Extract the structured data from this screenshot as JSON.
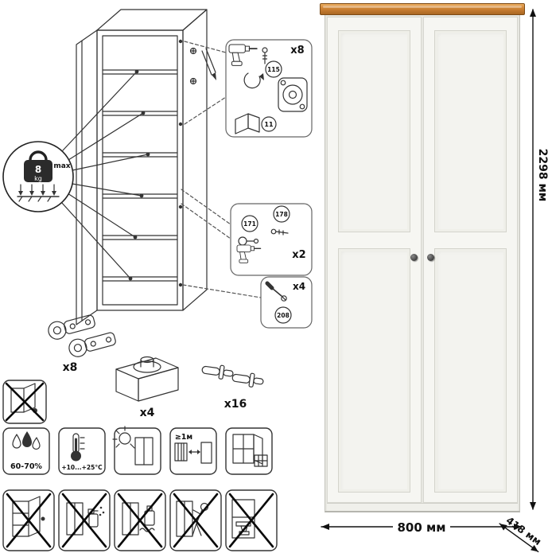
{
  "dimensions": {
    "height": "2298 мм",
    "width": "800 мм",
    "depth": "418 мм"
  },
  "weight_limit": {
    "value": "8",
    "unit": "kg",
    "qualifier": "max"
  },
  "steps": {
    "step1": {
      "count": "x8",
      "part_a": "115",
      "part_b": "11"
    },
    "step2": {
      "count": "x2",
      "part_a": "171",
      "part_b": "178"
    },
    "step3": {
      "count": "x4",
      "part_a": "208"
    }
  },
  "hardware": {
    "hinges": "x8",
    "feet": "x4",
    "shelf_pins": "x16"
  },
  "care": {
    "humidity": "60-70%",
    "temperature": "+10...+25°C",
    "distance": "≥1м"
  },
  "colors": {
    "wood_top": "#c07a2e",
    "body_white": "#f6f6f2",
    "line": "#333333"
  }
}
